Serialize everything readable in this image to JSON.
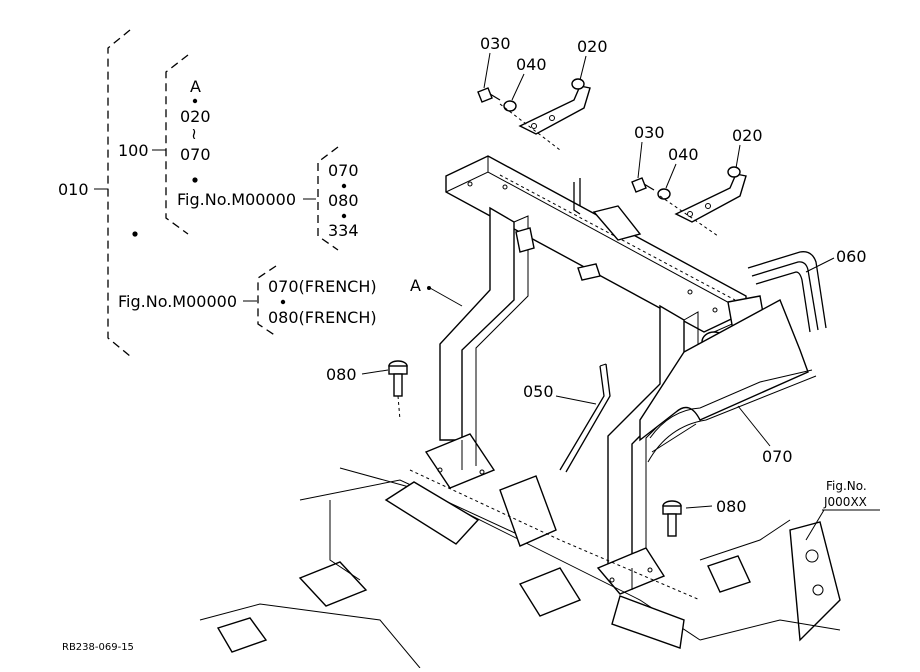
{
  "labels": {
    "assy_010": "010",
    "sub_100": "100",
    "a_top": "A",
    "range_020": "020",
    "range_tilde": "≀",
    "range_070": "070",
    "fig_ref_1": "Fig.No.M00000",
    "grp1_070": "070",
    "grp1_080": "080",
    "grp1_334": "334",
    "fig_ref_2": "Fig.No.M00000",
    "french_070": "070(FRENCH)",
    "french_080": "080(FRENCH)",
    "callout_A": "A",
    "p030_top": "030",
    "p040_top": "040",
    "p020_top": "020",
    "p030_mid": "030",
    "p040_mid": "040",
    "p020_mid": "020",
    "p060": "060",
    "p080_left": "080",
    "p050": "050",
    "p070": "070",
    "p080_right": "080",
    "fig_no_label": "Fig.No.",
    "fig_no_value": "J000XX",
    "drawing_code": "RB238-069-15"
  }
}
